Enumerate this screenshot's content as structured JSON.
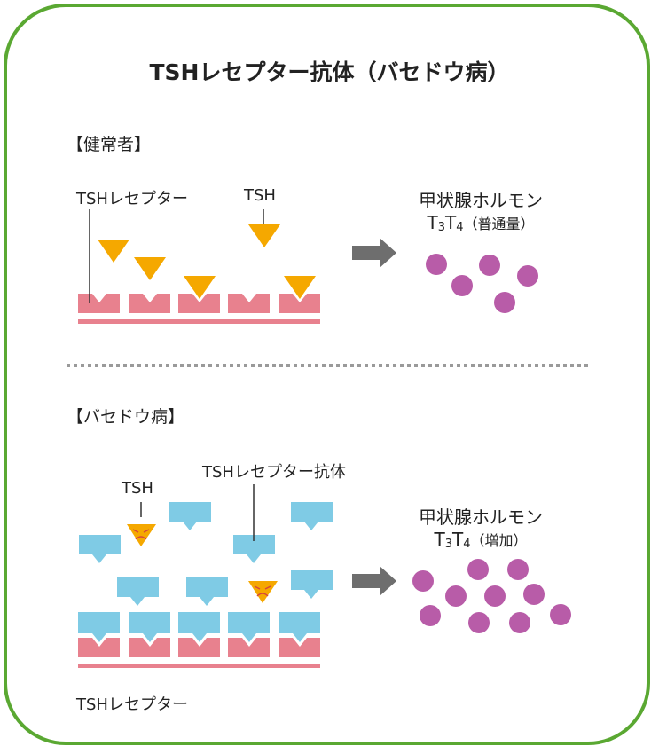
{
  "title": "TSHレセプター抗体（バセドウ病）",
  "normal": {
    "heading": "【健常者】",
    "receptor_label": "TSHレセプター",
    "tsh_label": "TSH",
    "hormone_label": "甲状腺ホルモン",
    "hormone_t": "T",
    "hormone_3": "3",
    "hormone_t2": "T",
    "hormone_4": "4",
    "hormone_amount": "（普通量）"
  },
  "graves": {
    "heading": "【バセドウ病】",
    "tsh_label": "TSH",
    "antibody_label": "TSHレセプター抗体",
    "receptor_label": "TSHレセプター",
    "hormone_label": "甲状腺ホルモン",
    "hormone_t": "T",
    "hormone_3": "3",
    "hormone_t2": "T",
    "hormone_4": "4",
    "hormone_amount": "（増加）"
  },
  "colors": {
    "border": "#5aa832",
    "receptor": "#e8818e",
    "tsh": "#f5a800",
    "antibody": "#7fcbe5",
    "hormone": "#b85ca8",
    "arrow": "#6e6e6e",
    "divider": "#9a9a9a"
  }
}
